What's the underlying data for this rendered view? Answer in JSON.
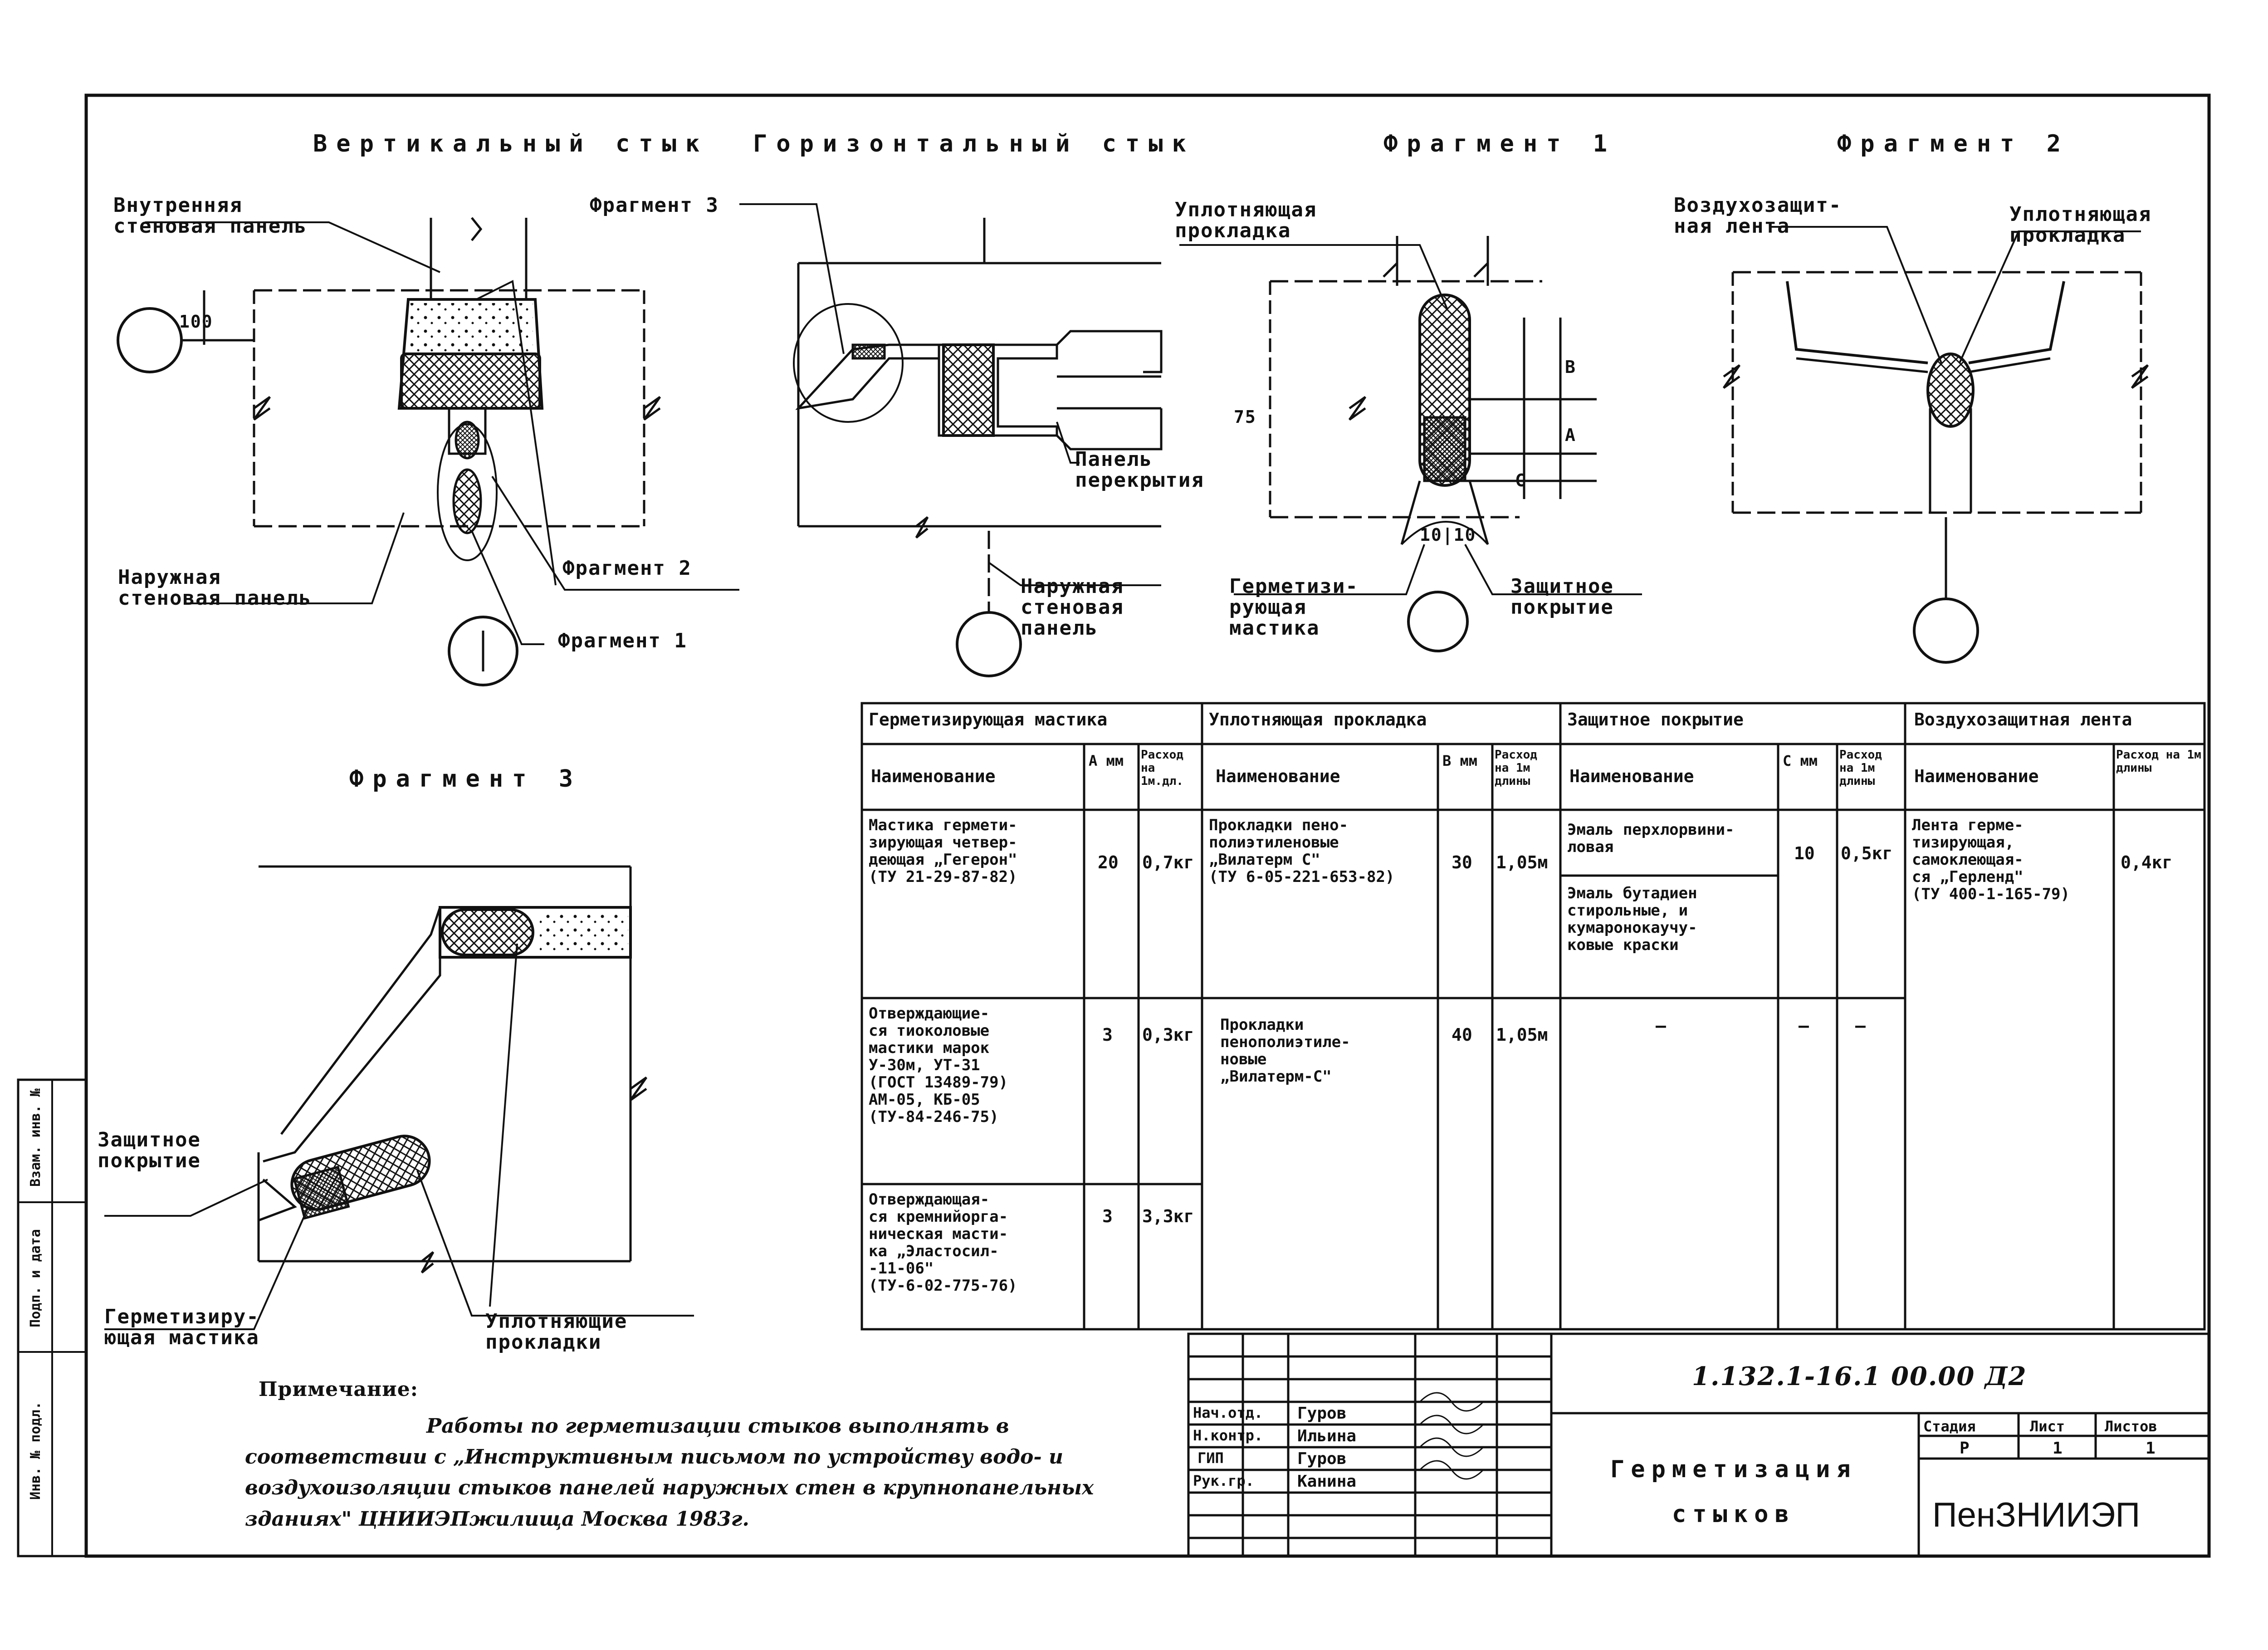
{
  "titles": {
    "vertical": "Вертикальный стык",
    "horizontal": "Горизонтальный стык",
    "frag1": "Фрагмент 1",
    "frag2": "Фрагмент 2",
    "frag3": "Фрагмент 3"
  },
  "labels": {
    "inner_panel": "Внутренняя\nстеновая панель",
    "outer_panel": "Наружная\nстеновая панель",
    "dim_100": "100",
    "frag2_ref": "Фрагмент 2",
    "frag1_ref": "Фрагмент 1",
    "frag3_ref": "Фрагмент 3",
    "floor_panel": "Панель\nперекрытия",
    "outer_panel_h": "Наружная\nстеновая\nпанель",
    "seal_gasket": "Уплотняющая\nпрокладка",
    "sealing_mastic": "Герметизи-\nрующая\nмастика",
    "protective_coating": "Защитное\nпокрытие",
    "dim_75": "75",
    "dim_b": "B",
    "dim_a": "A",
    "dim_c": "C",
    "dim_10_10": "10|10",
    "air_tape": "Воздухозащит-\nная лента",
    "seal_gasket2": "Уплотняющая\nпрокладка",
    "f3_protective": "Защитное\nпокрытие",
    "f3_mastic": "Герметизиру-\nющая мастика",
    "f3_gaskets": "Уплотняющие\nпрокладки"
  },
  "table": {
    "group_headers": [
      "Герметизирующая мастика",
      "Уплотняющая прокладка",
      "Защитное покрытие",
      "Воздухозащитная лента"
    ],
    "sub_headers": [
      "Наименование",
      "А мм",
      "Расход на 1м.дл.",
      "Наименование",
      "В мм",
      "Расход на 1м длины",
      "Наименование",
      "С мм",
      "Расход на 1м длины",
      "Наименование",
      "Расход на 1м длины"
    ],
    "rows": [
      {
        "mastic_name": "Мастика гермети-\nзирующая четвер-\nдеющая „Гегерон\"\n(ТУ 21-29-87-82)",
        "a": "20",
        "mastic_rate": "0,7кг",
        "gasket_name": "Прокладки пено-\nполиэтиленовые\n„Вилатерм С\"\n(ТУ 6-05-221-653-82)",
        "b": "30",
        "gasket_rate": "1,05м",
        "coating_name": "Эмаль перхлорвини-\nловая",
        "c": "10",
        "coating_rate": "0,5кг",
        "coating_name2": "Эмаль бутадиен\nстирольные, и\nкумаронокаучу-\nковые краски",
        "tape_name": "Лента герме-\nтизирующая,\nсамоклеющая-\nся „Герленд\"\n(ТУ 400-1-165-79)",
        "tape_rate": "0,4кг"
      },
      {
        "mastic_name": "Отверждающие-\nся тиоколовые\nмастики марок\nУ-30м, УТ-31\n(ГОСТ 13489-79)\nАМ-05, КБ-05\n(ТУ-84-246-75)",
        "a": "3",
        "mastic_rate": "0,3кг",
        "gasket_name": "Прокладки\nпенополиэтиле-\nновые\n„Вилатерм-С\"",
        "b": "40",
        "gasket_rate": "1,05м",
        "coating_name": "—",
        "c": "—",
        "coating_rate": "—"
      },
      {
        "mastic_name": "Отверждающая-\nся кремнийорга-\nническая масти-\nка „Эластосил-\n-11-06\"\n(ТУ-6-02-775-76)",
        "a": "3",
        "mastic_rate": "3,3кг"
      }
    ]
  },
  "note": {
    "title": "Примечание:",
    "text": "Работы по герметизации стыков выполнять в соответствии с „Инструктивным письмом по устройству водо- и воздухоизоляции стыков панелей наружных стен в крупнопанельных зданиях\" ЦНИИЭПжилища Москва 1983г."
  },
  "stamp": {
    "code": "1.132.1-16.1 00.00 Д2",
    "roles": [
      "Нач.отд.",
      "Н.контр.",
      "ГИП",
      "Рук.гр."
    ],
    "names": [
      "Гуров",
      "Ильина",
      "Гуров",
      "Канина"
    ],
    "title": "Герметизация\nстыков",
    "col_heads": [
      "Стадия",
      "Лист",
      "Листов"
    ],
    "col_vals": [
      "Р",
      "1",
      "1"
    ],
    "org": "ПенЗНИИЭП",
    "side": [
      "Взам. инв. №",
      "Подп. и дата",
      "Инв. № подл."
    ]
  }
}
